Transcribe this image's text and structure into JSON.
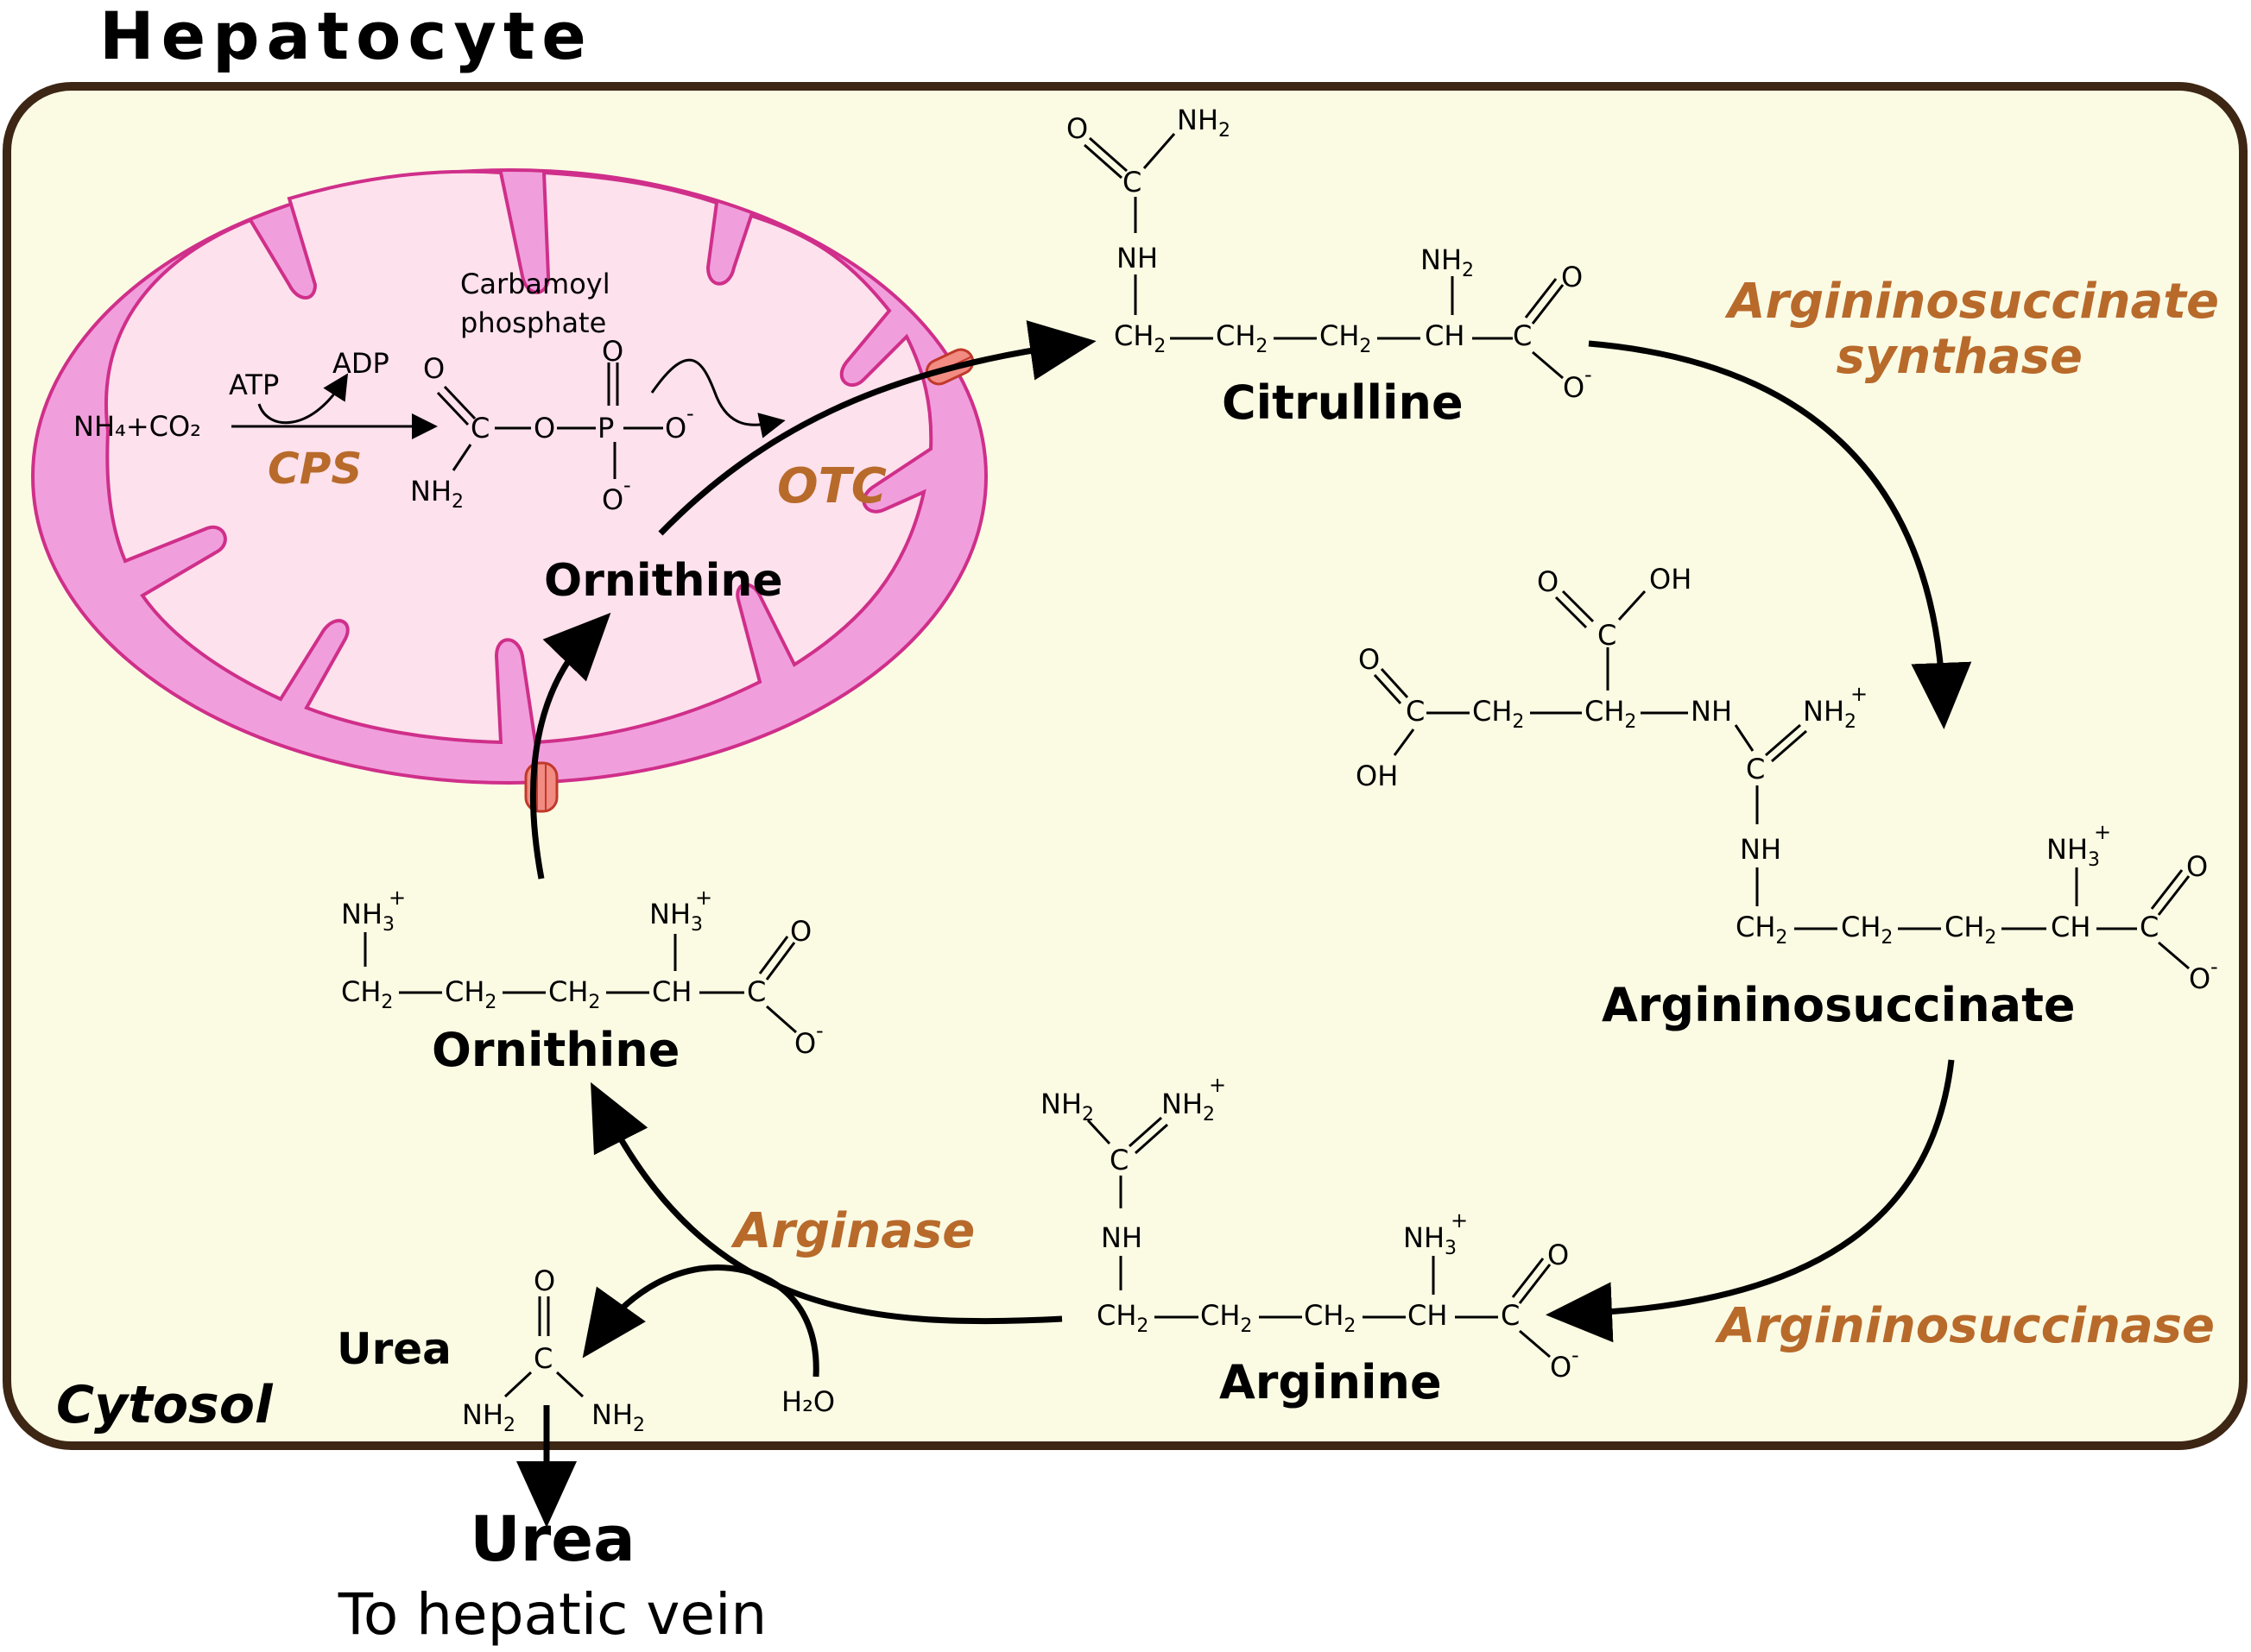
{
  "title": "Hepatocyte",
  "cytosol_label": "Cytosol",
  "enzymes": {
    "cps": "CPS",
    "otc": "OTC",
    "as_synthase_line1": "Argininosuccinate",
    "as_synthase_line2": "synthase",
    "argininosuccinase": "Argininosuccinase",
    "arginase": "Arginase"
  },
  "metabolites": {
    "citrulline": "Citrulline",
    "argininosuccinate": "Argininosuccinate",
    "arginine": "Arginine",
    "ornithine_cytosol": "Ornithine",
    "ornithine_mito": "Ornithine",
    "urea_small": "Urea",
    "urea_big": "Urea",
    "to_hepatic_vein": "To hepatic vein",
    "carbamoyl_line1": "Carbamoyl",
    "carbamoyl_line2": "phosphate"
  },
  "reagents": {
    "atp": "ATP",
    "adp": "ADP",
    "nh4_co2": "NH₄+CO₂",
    "h2o": "H₂O"
  },
  "colors": {
    "cell_fill": "#fbfbe4",
    "cell_border": "#3d2614",
    "mito_outer": "#f19fdc",
    "mito_inner": "#fde1ec",
    "mito_stroke": "#cf2f8a",
    "enzyme_text": "#b86a2b",
    "channel": "#f28b82"
  }
}
